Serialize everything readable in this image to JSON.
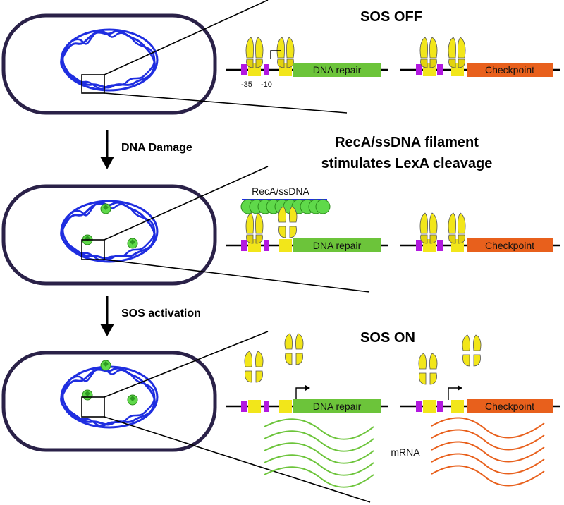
{
  "titles": {
    "sos_off": "SOS OFF",
    "filament_line1": "RecA/ssDNA filament",
    "filament_line2": "stimulates LexA cleavage",
    "sos_on": "SOS ON"
  },
  "steps": {
    "dna_damage": "DNA Damage",
    "sos_activation": "SOS activation"
  },
  "genes": {
    "repair": "DNA repair",
    "checkpoint": "Checkpoint"
  },
  "promoter": {
    "minus35": "-35",
    "minus10": "-10"
  },
  "labels": {
    "reca_ssdna": "RecA/ssDNA",
    "mrna": "mRNA"
  },
  "colors": {
    "dna_helix": "#1f2ee0",
    "cell_outline": "#2a2148",
    "repair_gene": "#6cc43a",
    "checkpoint_gene": "#e8601c",
    "lexA": "#f2e61a",
    "promoter_box": "#b218e0",
    "reca": "#5fd94a"
  }
}
